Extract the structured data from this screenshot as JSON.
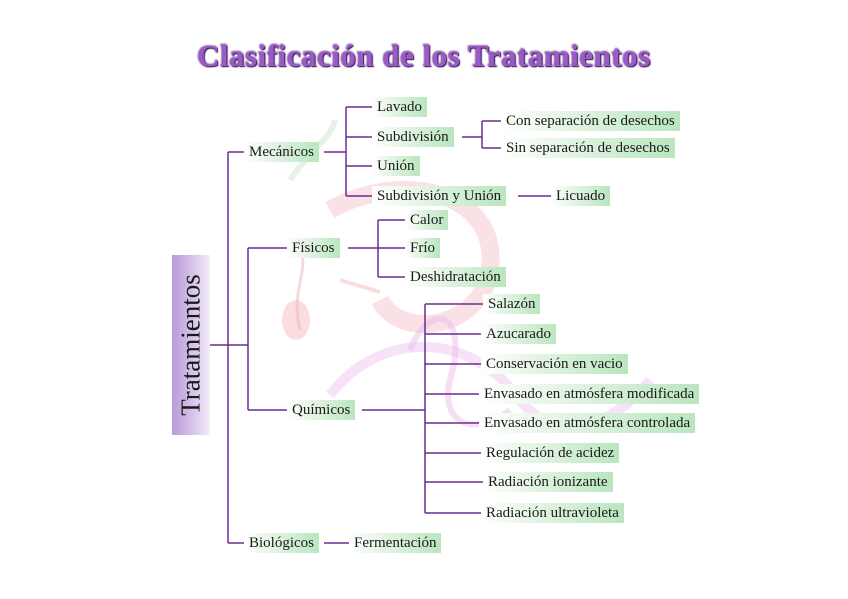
{
  "title": "Clasificación de los Tratamientos",
  "root": "Tratamientos",
  "colors": {
    "line": "#6a2c91",
    "node_fill": "#b9e6bf",
    "title": "#9a5bc4",
    "root_fill": "#b99ad8"
  },
  "categories": {
    "mecanicos": {
      "label": "Mecánicos",
      "items": {
        "lavado": "Lavado",
        "subdivision": "Subdivisión",
        "union": "Unión",
        "subdivision_union": "Subdivisión y Unión"
      },
      "subdivision_children": [
        "Con separación de desechos",
        "Sin separación de desechos"
      ],
      "subdivision_union_child": "Licuado"
    },
    "fisicos": {
      "label": "Físicos",
      "items": [
        "Calor",
        "Frío",
        "Deshidratación"
      ]
    },
    "quimicos": {
      "label": "Químicos",
      "items": [
        "Salazón",
        "Azucarado",
        "Conservación en vacio",
        "Envasado en atmósfera modificada",
        "Envasado en atmósfera controlada",
        "Regulación de acidez",
        "Radiación ionizante",
        "Radiación ultravioleta"
      ]
    },
    "biologicos": {
      "label": "Biológicos",
      "child": "Fermentación"
    }
  }
}
